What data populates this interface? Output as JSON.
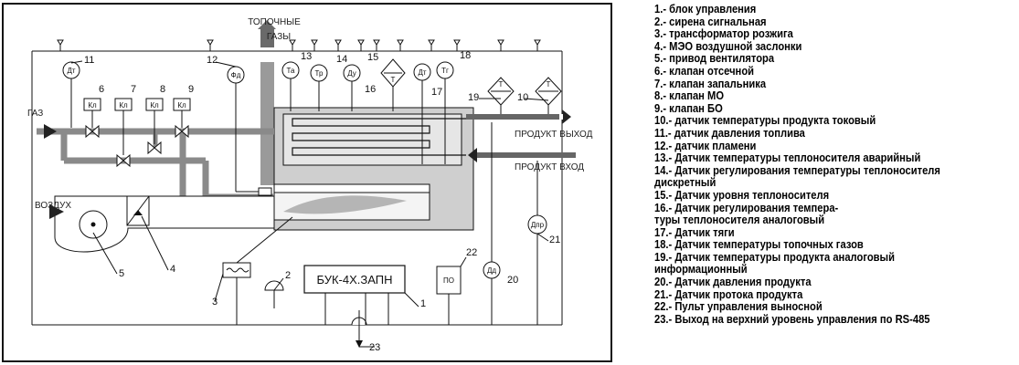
{
  "scheme": {
    "labels": {
      "flue_gases_1": "ТОПОЧНЫЕ",
      "flue_gases_2": "ГАЗЫ",
      "gas": "ГАЗ",
      "air": "ВОЗДУХ",
      "product_out": "ПРОДУКТ ВЫХОД",
      "product_in": "ПРОДУКТ  ВХОД"
    },
    "devices": {
      "dt": "Дт",
      "fd": "Фд",
      "ta": "Та",
      "tr": "Тр",
      "du": "Ду",
      "tg": "Тг",
      "t": "Т",
      "kl": "Кл",
      "da": "Дд",
      "dpr": "Дпр",
      "po": "ПО",
      "buk": "БУК-4Х.ЗАПН"
    },
    "numbers": [
      "1",
      "2",
      "3",
      "4",
      "5",
      "6",
      "7",
      "8",
      "9",
      "10",
      "11",
      "12",
      "13",
      "14",
      "15",
      "16",
      "17",
      "18",
      "19",
      "20",
      "21",
      "22",
      "23"
    ]
  },
  "legend": [
    "1.- блок  управления",
    "2.- сирена сигнальная",
    "3.- трансформатор розжига",
    "4.- МЭО воздушной заслонки",
    "5.- привод вентилятора",
    "6.- клапан отсечной",
    "7.- клапан запальника",
    "8.- клапан МО",
    "9.- клапан БО",
    "10.- датчик температуры продукта токовый",
    "11.- датчик давления топлива",
    "12.- датчик пламени",
    "13.- Датчик температуры теплоносителя аварийный",
    "14.- Датчик регулирования температуры теплоносителя",
    "дискретный",
    "15.- Датчик уровня теплоносителя",
    "16.- Датчик регулирования темпера-",
    "туры теплоносителя аналоговый",
    "17.- Датчик тяги",
    "18.- Датчик температуры топочных газов",
    "19.- Датчик температуры продукта аналоговый",
    "информационный",
    "20.- Датчик давления продукта",
    "21.- Датчик протока продукта",
    "22.- Пульт управления выносной",
    "23.- Выход на верхний уровень управления по RS-485"
  ]
}
